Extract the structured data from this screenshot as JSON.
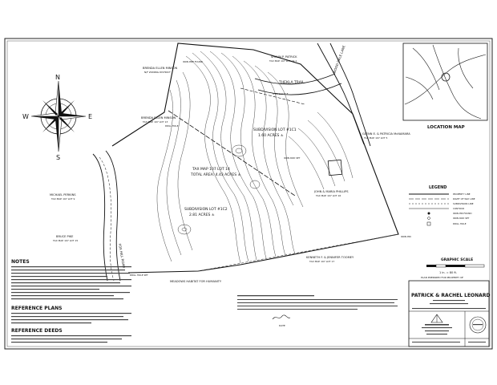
{
  "compass": {
    "n": "N",
    "s": "S",
    "e": "E",
    "w": "W"
  },
  "location_map": {
    "title": "LOCATION MAP"
  },
  "road": {
    "name": "THEKLA TRAIL",
    "side_road": "WOOD DALE LANE"
  },
  "lots": [
    {
      "name": "SUBDIVISION LOT #1C1",
      "area": "1.60 ACRES ±"
    },
    {
      "name": "SUBDIVISION LOT #1C2",
      "area": "2.81 ACRES ±"
    }
  ],
  "tax_map": {
    "line1": "TAX MAP 107 LOT 14",
    "line2": "TOTAL AREA: 4.43 ACRES ±"
  },
  "abutters": {
    "top_left": "BRENDA ELLEN MINSON",
    "mid_left": "BRENDA ELLEN MINSON",
    "far_left": "MICHAEL PERKINS",
    "lower_left": "BRUCE PIKE",
    "top_right": "SHAUN P. PATRICK",
    "right": "JOHN & MARIA PHILLIPS",
    "right_far": "GLENN E. & PATRICIA McNAMARA",
    "bottom": "MEADOWS HABITAT FOR HUMANITY",
    "bottom_right": "KENNETH F. & JENNIFER TOOMEY"
  },
  "legend": {
    "title": "LEGEND"
  },
  "scale": {
    "title": "GRAPHIC SCALE",
    "note": "1 in. = 80 ft."
  },
  "notes_title": "NOTES",
  "reference_plans_title": "REFERENCE PLANS",
  "reference_deeds_title": "REFERENCE DEEDS",
  "title_block": {
    "prepared_for": "PLAN PREPARED FOR PROPERTY OF",
    "owners": "PATRICK & RACHEL LEONARD"
  },
  "signature_label": "DATE"
}
